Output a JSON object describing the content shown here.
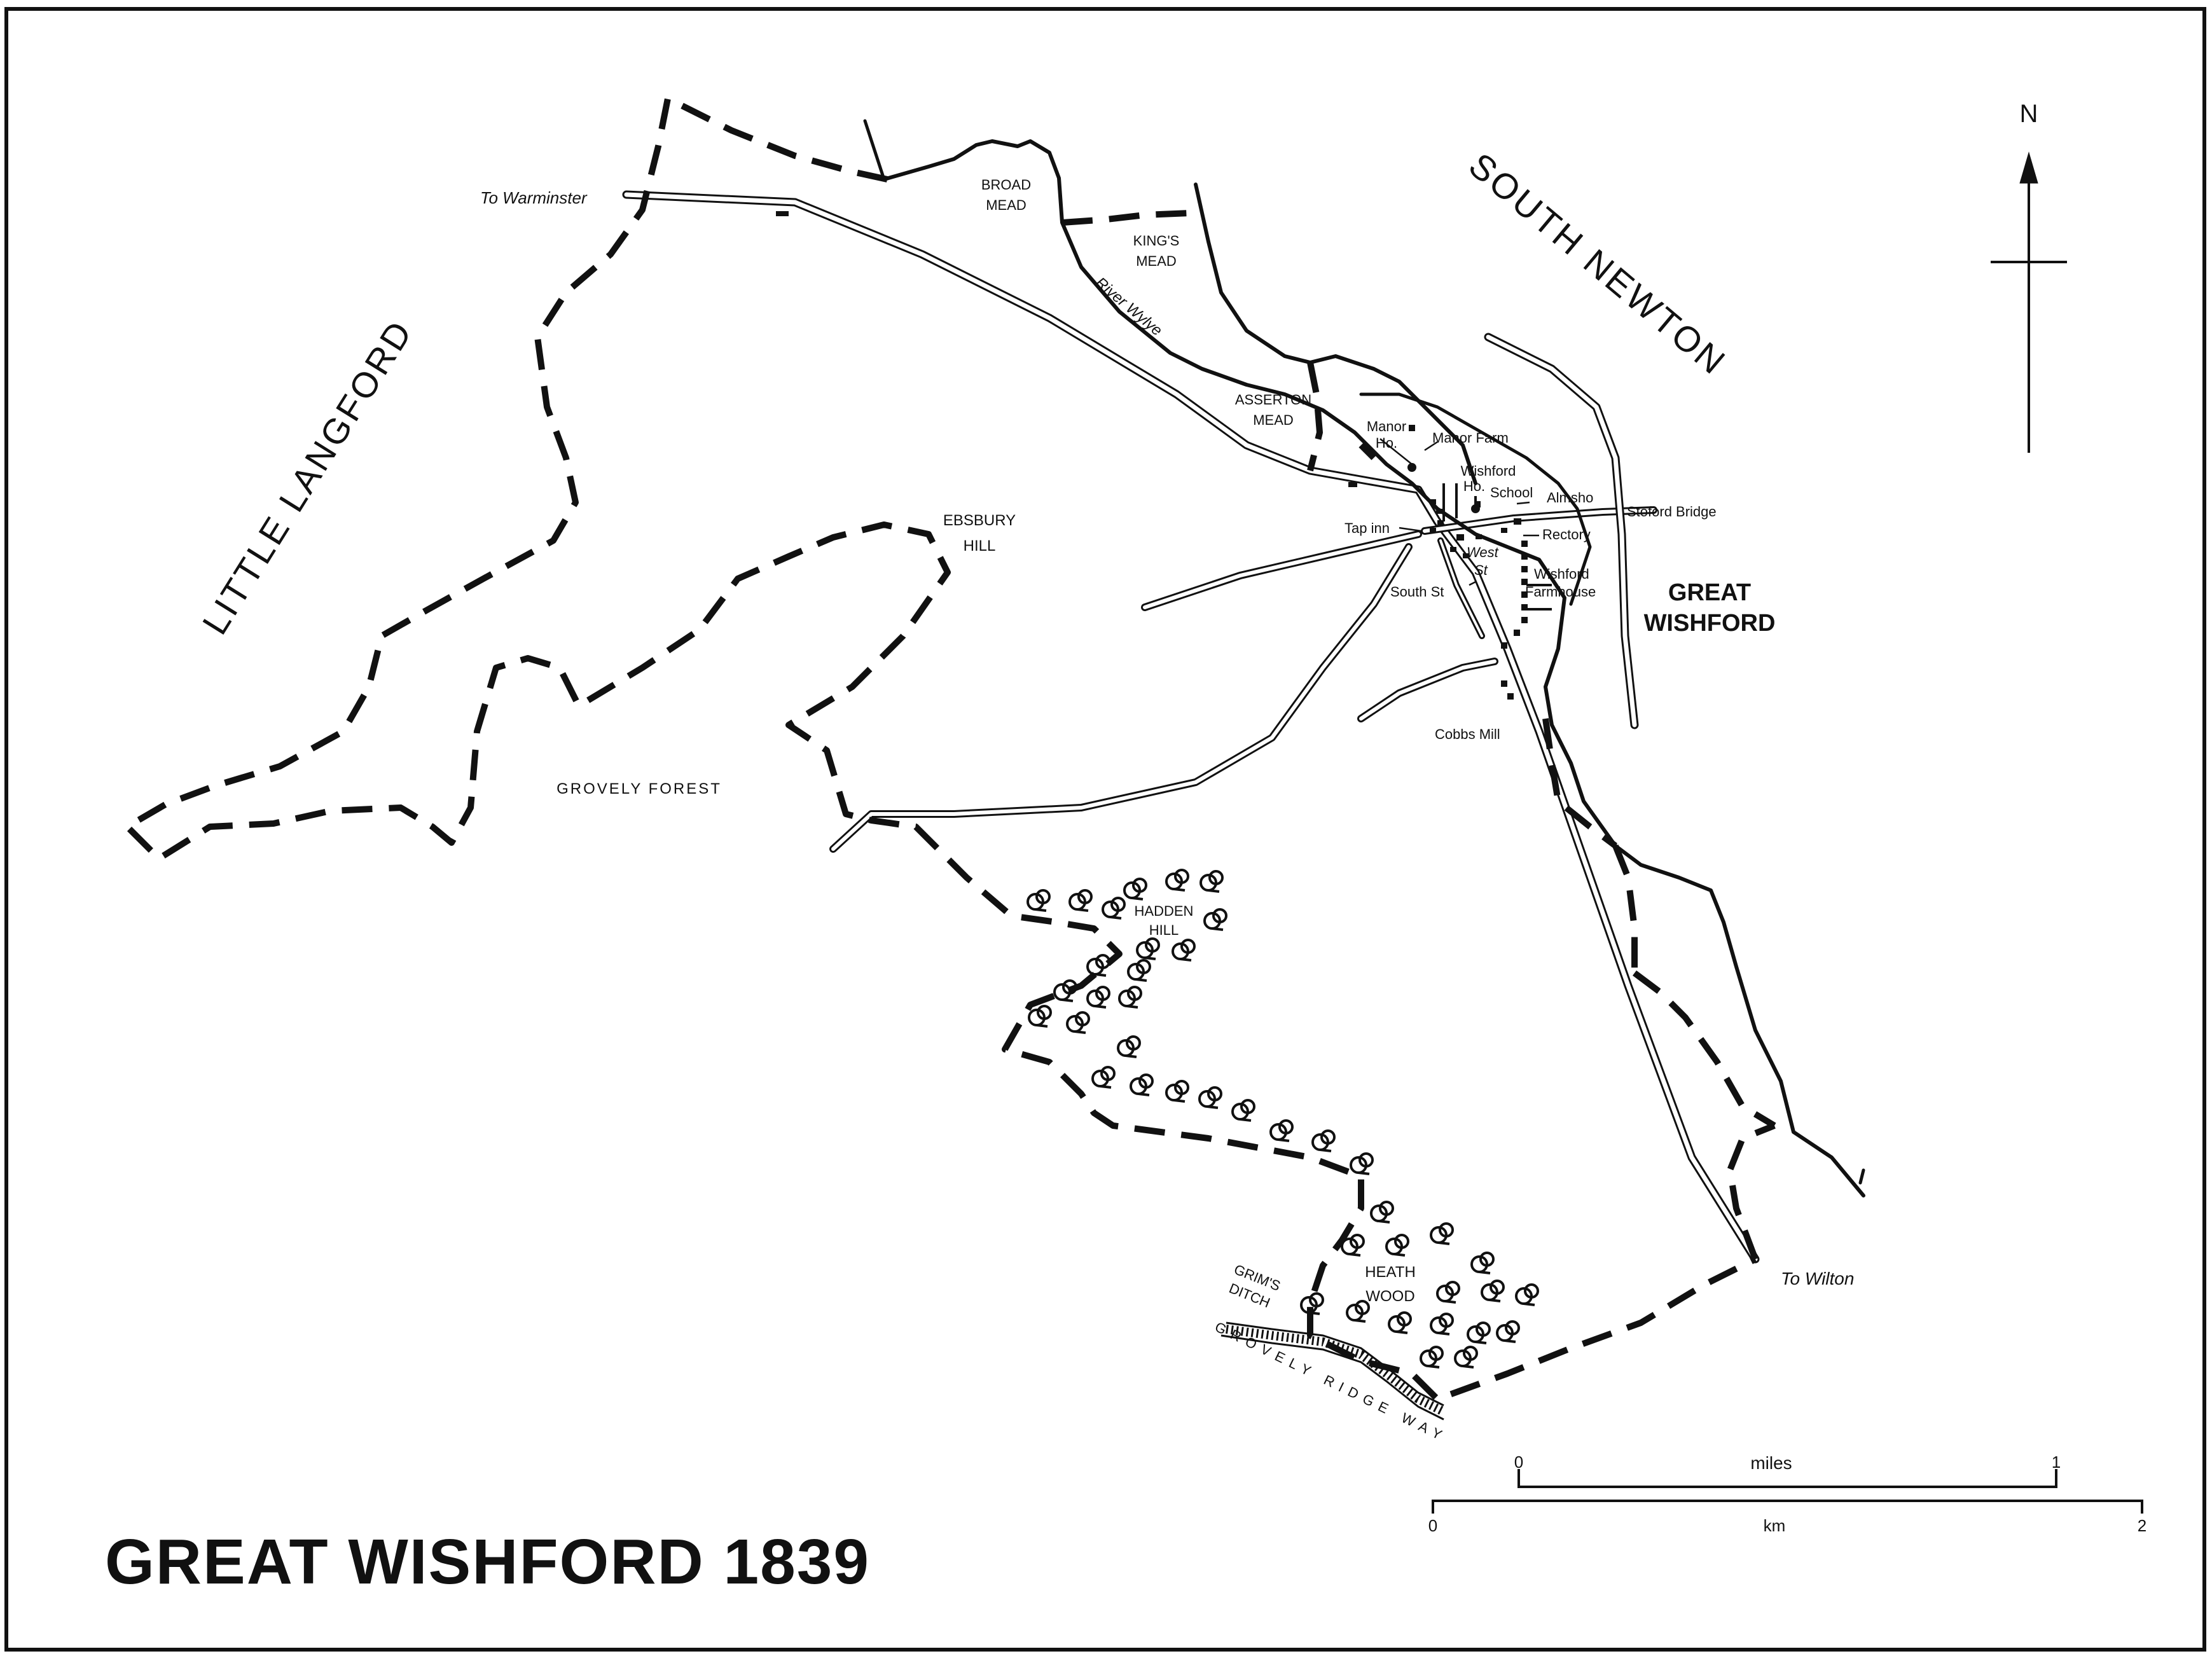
{
  "map": {
    "title": "GREAT WISHFORD 1839",
    "north": "N",
    "parishes": {
      "little_langford": "LITTLE LANGFORD",
      "south_newton": "SOUTH NEWTON",
      "great_wishford_1": "GREAT",
      "great_wishford_2": "WISHFORD"
    },
    "roads": {
      "to_warminster": "To Warminster",
      "to_wilton": "To Wilton",
      "stoford_bridge": "Stoford Bridge",
      "south_st": "South St",
      "west_st_1": "West",
      "west_st_2": "St"
    },
    "river": "River Wylye",
    "places": {
      "broad_mead_1": "BROAD",
      "broad_mead_2": "MEAD",
      "kings_mead_1": "KING'S",
      "kings_mead_2": "MEAD",
      "asserton_mead_1": "ASSERTON",
      "asserton_mead_2": "MEAD",
      "manor_ho_1": "Manor",
      "manor_ho_2": "Ho.",
      "manor_farm": "Manor Farm",
      "wishford_ho_1": "Wishford",
      "wishford_ho_2": "Ho.",
      "school": "School",
      "almshouses": "Almsho",
      "rectory": "Rectory",
      "tap_inn": "Tap inn",
      "wishford_farmhouse_1": "Wishford",
      "wishford_farmhouse_2": "Farmhouse",
      "cobbs_mill": "Cobbs Mill",
      "ebsbury_hill_1": "EBSBURY",
      "ebsbury_hill_2": "HILL",
      "grovely_forest": "GROVELY FOREST",
      "hadden_hill_1": "HADDEN",
      "hadden_hill_2": "HILL",
      "heath_wood_1": "HEATH",
      "heath_wood_2": "WOOD",
      "grims_ditch_1": "GRIM'S",
      "grims_ditch_2": "DITCH",
      "grovely_ridge_way": "GROVELY RIDGE WAY"
    },
    "scale": {
      "miles_label": "miles",
      "miles_ticks": [
        "0",
        "1"
      ],
      "km_label": "km",
      "km_ticks": [
        "0",
        "2"
      ]
    }
  }
}
